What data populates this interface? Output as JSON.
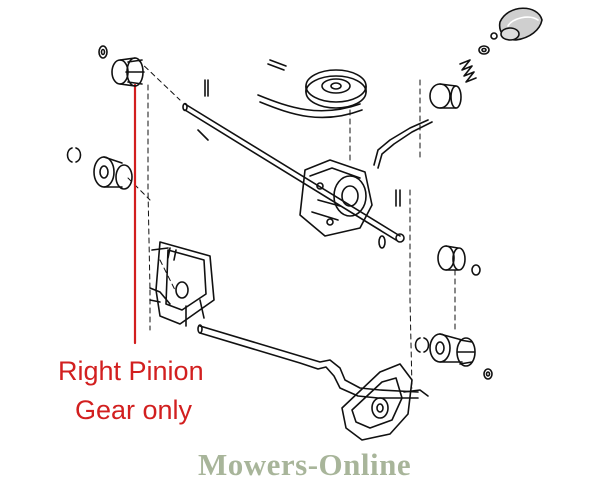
{
  "callout": {
    "line1": "Right Pinion",
    "line2": "Gear only",
    "color": "#d21f1f"
  },
  "watermark": {
    "text": "Mowers-Online",
    "color": "#a8b59a"
  },
  "parts": [
    "washer-icon",
    "pinion-gear-icon",
    "clip-ring-icon",
    "pinion-bushing-icon",
    "pin-icon",
    "pulley-icon",
    "belt-icon",
    "axle-shaft-icon",
    "gearbox-icon",
    "shift-rod-icon",
    "knob-icon",
    "spring-icon",
    "bushing-icon",
    "wheel-bracket-icon",
    "drive-gear-icon"
  ]
}
